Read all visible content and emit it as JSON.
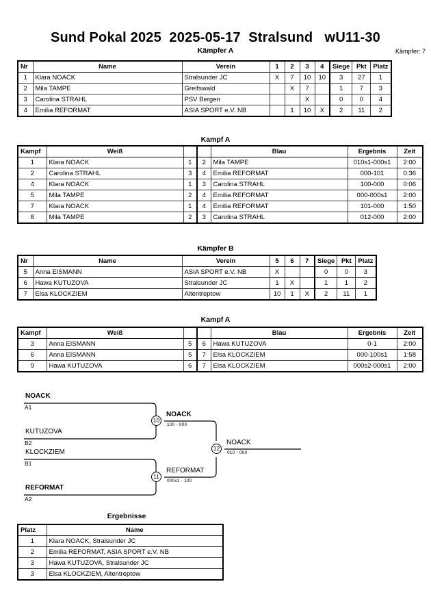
{
  "header": {
    "title": "Sund Pokal 2025  2025-05-17  Stralsund   wU11-30",
    "subtitle": "Kämpfer A",
    "competitor_count_label": "Kämpfer: 7"
  },
  "pool_a": {
    "title": "Kämpfer A",
    "headers": [
      "Nr",
      "Name",
      "Verein",
      "1",
      "2",
      "3",
      "4",
      "Siege",
      "Pkt",
      "Platz"
    ],
    "rows": [
      {
        "nr": "1",
        "name": "Klara NOACK",
        "verein": "Stralsunder JC",
        "m": [
          "X",
          "7",
          "10",
          "10"
        ],
        "siege": "3",
        "pkt": "27",
        "platz": "1"
      },
      {
        "nr": "2",
        "name": "Mila TAMPE",
        "verein": "Greifswald",
        "m": [
          "",
          "X",
          "7",
          ""
        ],
        "siege": "1",
        "pkt": "7",
        "platz": "3"
      },
      {
        "nr": "3",
        "name": "Carolina STRAHL",
        "verein": "PSV Bergen",
        "m": [
          "",
          "",
          "X",
          ""
        ],
        "siege": "0",
        "pkt": "0",
        "platz": "4"
      },
      {
        "nr": "4",
        "name": "Emilia REFORMAT",
        "verein": "ASIA SPORT e.V. NB",
        "m": [
          "",
          "1",
          "10",
          "X"
        ],
        "siege": "2",
        "pkt": "11",
        "platz": "2"
      }
    ]
  },
  "matches_a": {
    "title": "Kampf A",
    "headers": [
      "Kampf",
      "Weiß",
      "",
      "",
      "Blau",
      "Ergebnis",
      "Zeit"
    ],
    "rows": [
      {
        "kampf": "1",
        "weiss": "Klara NOACK",
        "weiss_bold": true,
        "wn": "1",
        "bn": "2",
        "blau": "Mila TAMPE",
        "blau_bold": false,
        "ergebnis": "010s1-000s1",
        "zeit": "2:00"
      },
      {
        "kampf": "2",
        "weiss": "Carolina STRAHL",
        "weiss_bold": false,
        "wn": "3",
        "bn": "4",
        "blau": "Emilia REFORMAT",
        "blau_bold": true,
        "ergebnis": "000-101",
        "zeit": "0:36"
      },
      {
        "kampf": "4",
        "weiss": "Klara NOACK",
        "weiss_bold": true,
        "wn": "1",
        "bn": "3",
        "blau": "Carolina STRAHL",
        "blau_bold": false,
        "ergebnis": "100-000",
        "zeit": "0:06"
      },
      {
        "kampf": "5",
        "weiss": "Mila TAMPE",
        "weiss_bold": false,
        "wn": "2",
        "bn": "4",
        "blau": "Emilia REFORMAT",
        "blau_bold": true,
        "ergebnis": "000-000s1",
        "zeit": "2:00"
      },
      {
        "kampf": "7",
        "weiss": "Klara NOACK",
        "weiss_bold": true,
        "wn": "1",
        "bn": "4",
        "blau": "Emilia REFORMAT",
        "blau_bold": false,
        "ergebnis": "101-000",
        "zeit": "1:50"
      },
      {
        "kampf": "8",
        "weiss": "Mila TAMPE",
        "weiss_bold": true,
        "wn": "2",
        "bn": "3",
        "blau": "Carolina STRAHL",
        "blau_bold": false,
        "ergebnis": "012-000",
        "zeit": "2:00"
      }
    ]
  },
  "pool_b": {
    "title": "Kämpfer B",
    "headers": [
      "Nr",
      "Name",
      "Verein",
      "5",
      "6",
      "7",
      "Siege",
      "Pkt",
      "Platz"
    ],
    "rows": [
      {
        "nr": "5",
        "name": "Anna EISMANN",
        "verein": "ASIA SPORT e.V. NB",
        "m": [
          "X",
          "",
          ""
        ],
        "siege": "0",
        "pkt": "0",
        "platz": "3"
      },
      {
        "nr": "6",
        "name": "Hawa KUTUZOVA",
        "verein": "Stralsunder JC",
        "m": [
          "1",
          "X",
          ""
        ],
        "siege": "1",
        "pkt": "1",
        "platz": "2"
      },
      {
        "nr": "7",
        "name": "Elsa KLOCKZIEM",
        "verein": "Altentreptow",
        "m": [
          "10",
          "1",
          "X"
        ],
        "siege": "2",
        "pkt": "11",
        "platz": "1"
      }
    ]
  },
  "matches_b": {
    "title": "Kampf A",
    "headers": [
      "Kampf",
      "Weiß",
      "",
      "",
      "Blau",
      "Ergebnis",
      "Zeit"
    ],
    "rows": [
      {
        "kampf": "3",
        "weiss": "Anna EISMANN",
        "weiss_bold": false,
        "wn": "5",
        "bn": "6",
        "blau": "Hawa KUTUZOVA",
        "blau_bold": true,
        "ergebnis": "0-1",
        "zeit": "2:00"
      },
      {
        "kampf": "6",
        "weiss": "Anna EISMANN",
        "weiss_bold": false,
        "wn": "5",
        "bn": "7",
        "blau": "Elsa KLOCKZIEM",
        "blau_bold": true,
        "ergebnis": "000-100s1",
        "zeit": "1:58"
      },
      {
        "kampf": "9",
        "weiss": "Hawa KUTUZOVA",
        "weiss_bold": false,
        "wn": "6",
        "bn": "7",
        "blau": "Elsa KLOCKZIEM",
        "blau_bold": true,
        "ergebnis": "000s2-000s1",
        "zeit": "2:00"
      }
    ]
  },
  "bracket": {
    "entries": [
      {
        "name": "NOACK",
        "bold": true,
        "seed": "A1"
      },
      {
        "name": "KUTUZOVA",
        "bold": false,
        "seed": "B2"
      },
      {
        "name": "KLOCKZIEM",
        "bold": false,
        "seed": "B1"
      },
      {
        "name": "REFORMAT",
        "bold": true,
        "seed": "A2"
      }
    ],
    "semi_upper": {
      "number": "10",
      "winner": "NOACK",
      "score": "100 - 000"
    },
    "semi_lower": {
      "number": "11",
      "winner": "REFORMAT",
      "score": "000s1 - 100"
    },
    "final": {
      "number": "12",
      "winner": "NOACK",
      "score": "010 - 000"
    }
  },
  "results": {
    "title": "Ergebnisse",
    "headers": [
      "Platz",
      "Name"
    ],
    "rows": [
      {
        "platz": "1",
        "name": "Klara NOACK, Stralsunder JC"
      },
      {
        "platz": "2",
        "name": "Emilia REFORMAT, ASIA SPORT e.V. NB"
      },
      {
        "platz": "3",
        "name": "Hawa KUTUZOVA, Stralsunder JC"
      },
      {
        "platz": "3",
        "name": "Elsa KLOCKZIEM, Altentreptow"
      }
    ]
  }
}
